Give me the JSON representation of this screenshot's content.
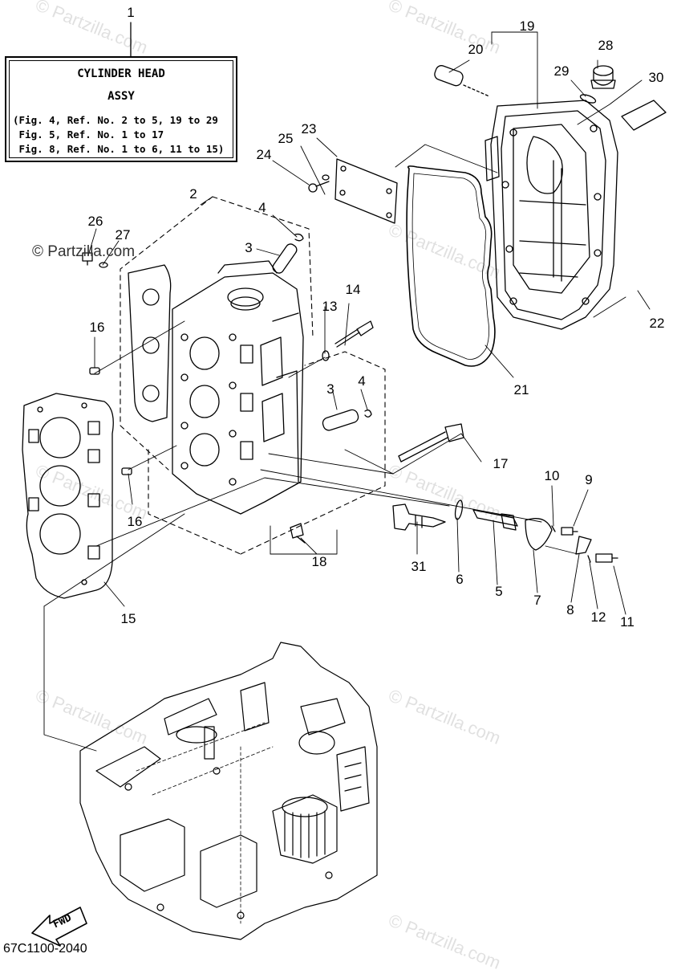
{
  "info_box": {
    "ref_number": "1",
    "title_line1": "CYLINDER HEAD",
    "title_line2": "ASSY",
    "refs": [
      "(Fig. 4, Ref. No. 2 to 5, 19 to 29",
      " Fig. 5, Ref. No. 1 to 17",
      " Fig. 8, Ref. No. 1 to 6, 11 to 15)"
    ]
  },
  "callouts": [
    {
      "id": "1",
      "label": "1"
    },
    {
      "id": "2",
      "label": "2"
    },
    {
      "id": "3a",
      "label": "3"
    },
    {
      "id": "3b",
      "label": "3"
    },
    {
      "id": "4a",
      "label": "4"
    },
    {
      "id": "4b",
      "label": "4"
    },
    {
      "id": "5",
      "label": "5"
    },
    {
      "id": "6",
      "label": "6"
    },
    {
      "id": "7",
      "label": "7"
    },
    {
      "id": "8",
      "label": "8"
    },
    {
      "id": "9",
      "label": "9"
    },
    {
      "id": "10",
      "label": "10"
    },
    {
      "id": "11",
      "label": "11"
    },
    {
      "id": "12",
      "label": "12"
    },
    {
      "id": "13",
      "label": "13"
    },
    {
      "id": "14",
      "label": "14"
    },
    {
      "id": "15",
      "label": "15"
    },
    {
      "id": "16a",
      "label": "16"
    },
    {
      "id": "16b",
      "label": "16"
    },
    {
      "id": "17",
      "label": "17"
    },
    {
      "id": "18",
      "label": "18"
    },
    {
      "id": "19",
      "label": "19"
    },
    {
      "id": "20",
      "label": "20"
    },
    {
      "id": "21",
      "label": "21"
    },
    {
      "id": "22",
      "label": "22"
    },
    {
      "id": "23",
      "label": "23"
    },
    {
      "id": "24",
      "label": "24"
    },
    {
      "id": "25",
      "label": "25"
    },
    {
      "id": "26",
      "label": "26"
    },
    {
      "id": "27",
      "label": "27"
    },
    {
      "id": "28",
      "label": "28"
    },
    {
      "id": "29",
      "label": "29"
    },
    {
      "id": "30",
      "label": "30"
    },
    {
      "id": "31",
      "label": "31"
    }
  ],
  "part_code": "67C1100-2040",
  "fwd_label": "FWD",
  "watermark": "© Partzilla.com",
  "watermark_strong": "© Partzilla.com"
}
